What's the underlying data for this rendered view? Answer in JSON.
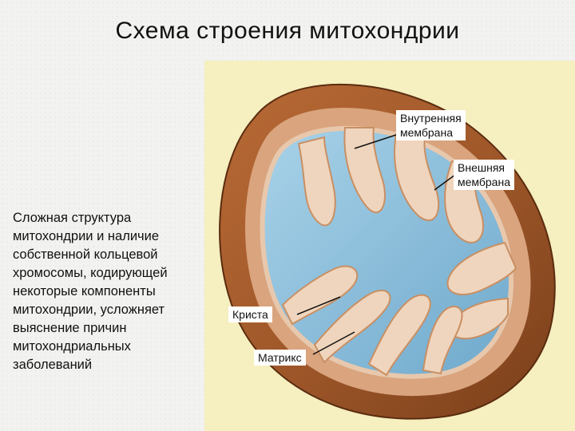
{
  "title": "Схема строения митохондрии",
  "description_lines": [
    "Сложная структура",
    "митохондрии и наличие",
    "собственной кольцевой",
    "хромосомы, кодирующей",
    "некоторые компоненты",
    "митохондрии, усложняет",
    "выяснение причин",
    "митохондриальных",
    "заболеваний"
  ],
  "labels": {
    "inner_membrane": [
      "Внутренняя",
      "мембрана"
    ],
    "outer_membrane": [
      "Внешняя",
      "мембрана"
    ],
    "crista": "Криста",
    "matrix": "Матрикс"
  },
  "colors": {
    "figure_background": "#f6efbf",
    "outer_membrane": "#a0582a",
    "inner_membrane": "#e8c8ad",
    "matrix": "#8fc0dc"
  }
}
